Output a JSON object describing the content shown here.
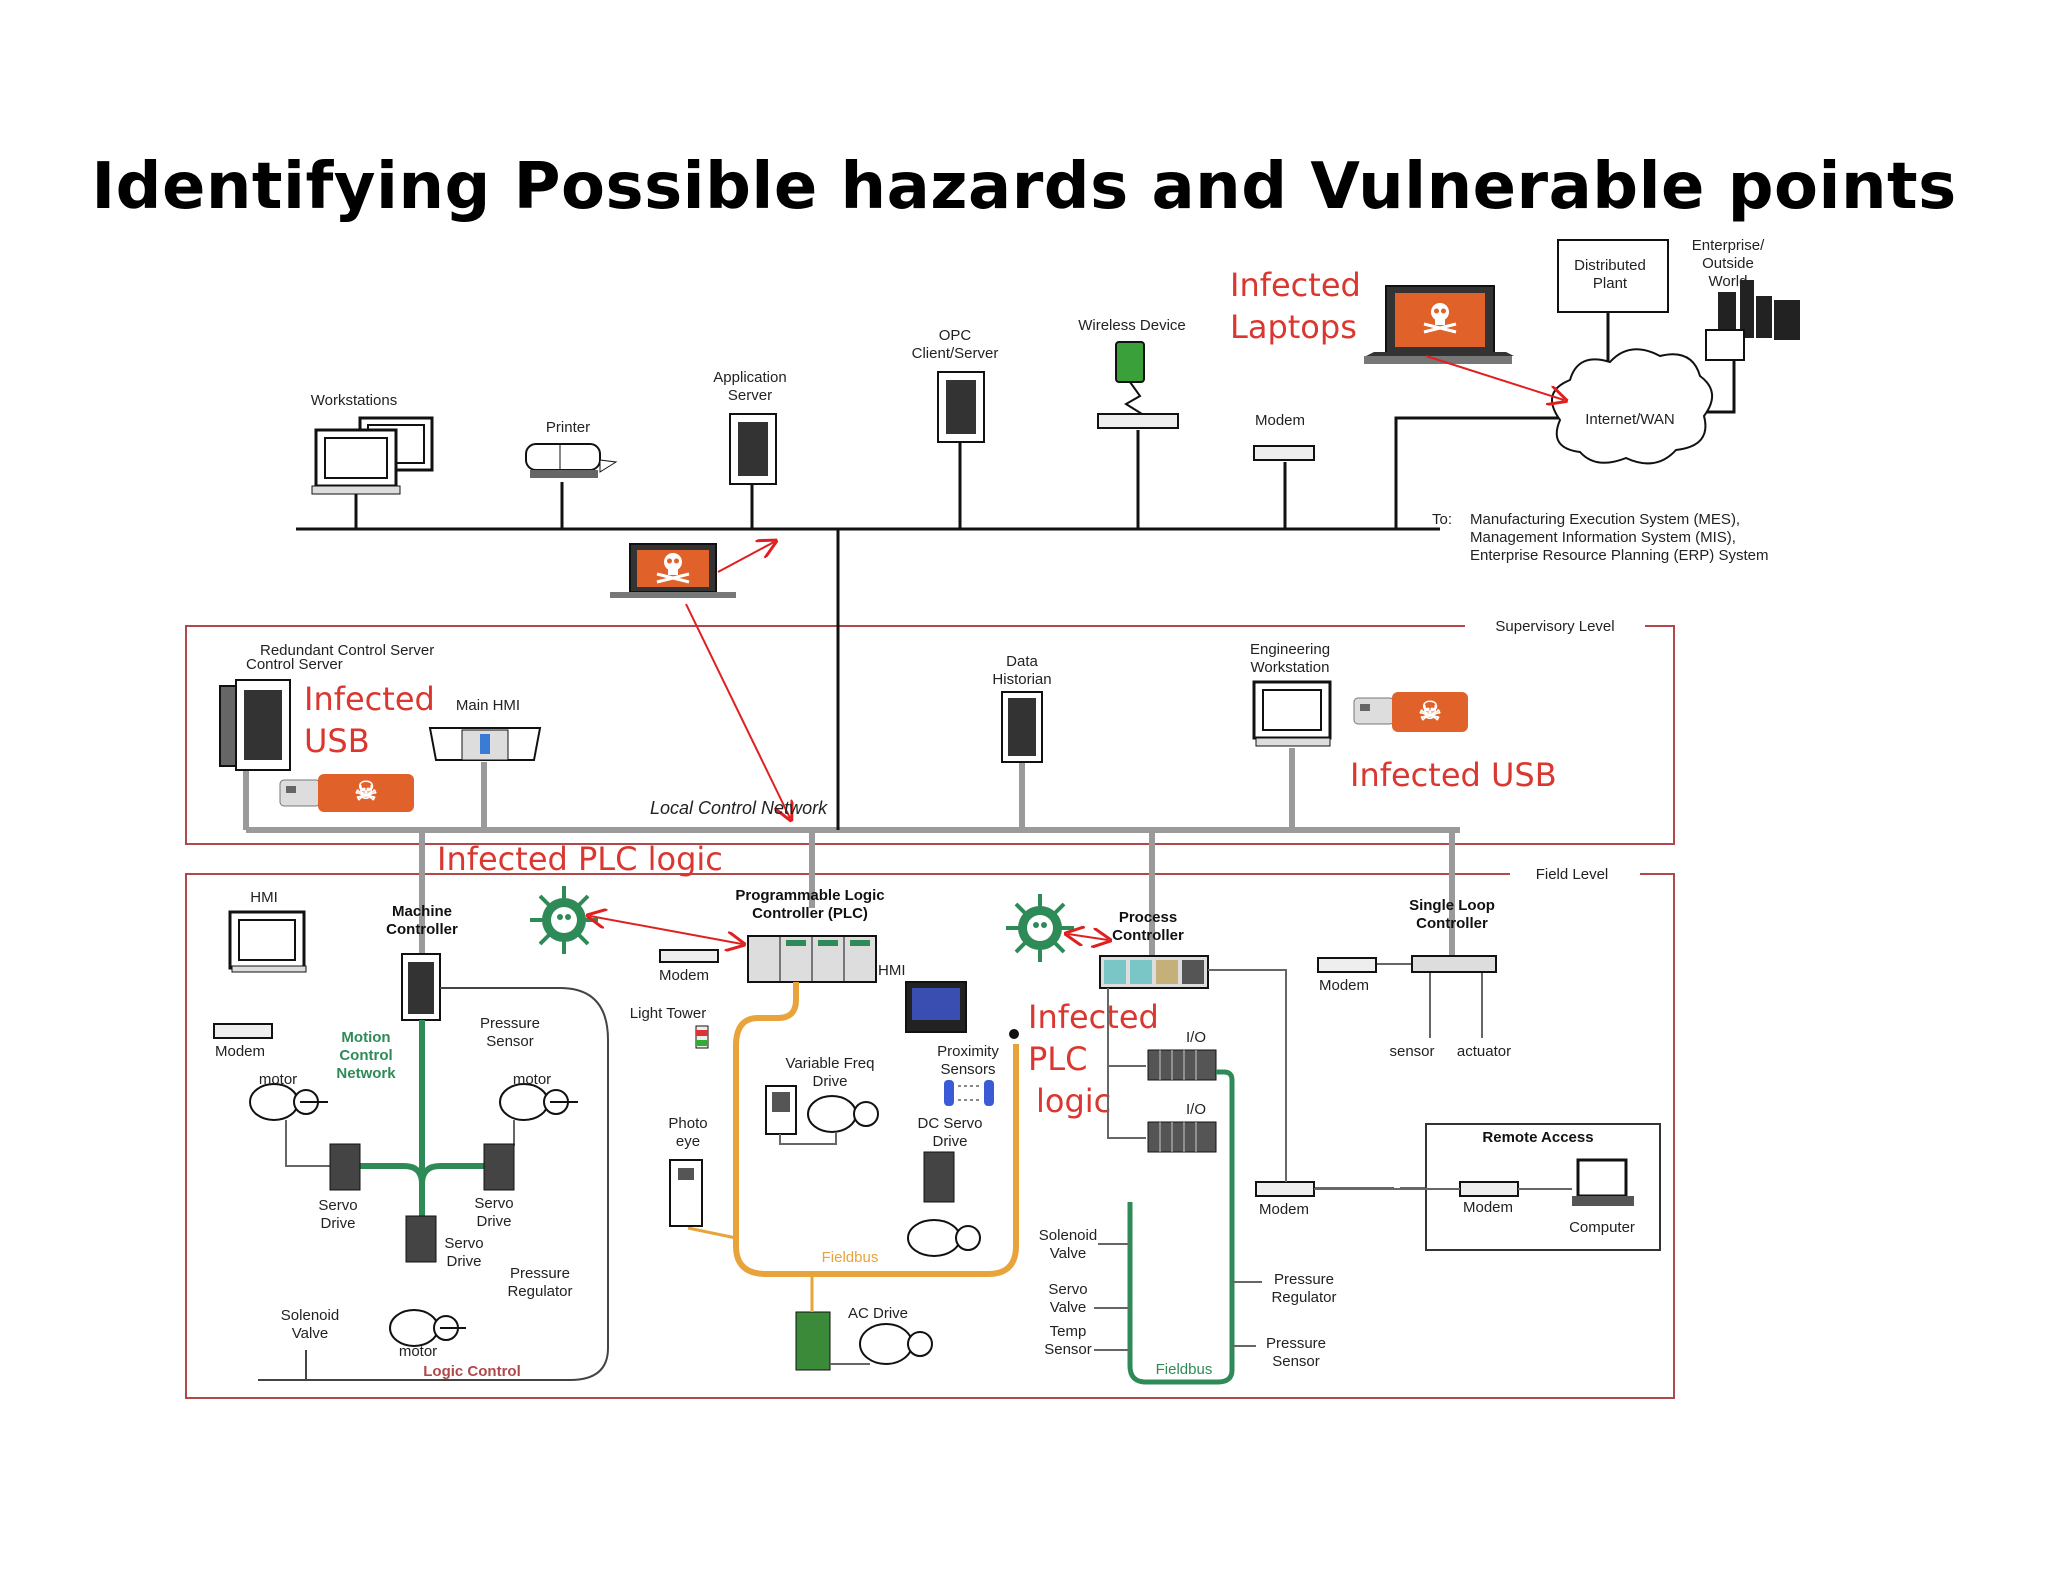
{
  "title": "Identifying Possible hazards and Vulnerable points",
  "levels": {
    "supervisory": "Supervisory Level",
    "field": "Field Level"
  },
  "top": {
    "workstations": "Workstations",
    "printer": "Printer",
    "app_server": [
      "Application",
      "Server"
    ],
    "opc": [
      "OPC",
      "Client/Server"
    ],
    "wireless": "Wireless Device",
    "modem": "Modem",
    "distributed": [
      "Distributed",
      "Plant"
    ],
    "enterprise": [
      "Enterprise/",
      "Outside",
      "World"
    ],
    "internet": "Internet/WAN",
    "to": "To:",
    "to_lines": [
      "Manufacturing Execution System (MES),",
      "Management Information System (MIS),",
      "Enterprise Resource Planning (ERP) System"
    ]
  },
  "supervisory": {
    "redundant": "Redundant Control Server",
    "control_server": "Control Server",
    "main_hmi": "Main HMI",
    "data_historian": [
      "Data",
      "Historian"
    ],
    "eng_ws": [
      "Engineering",
      "Workstation"
    ],
    "lcn": "Local Control Network"
  },
  "field": {
    "hmi": "HMI",
    "machine_ctrl": [
      "Machine",
      "Controller"
    ],
    "plc": [
      "Programmable Logic",
      "Controller (PLC)"
    ],
    "process_ctrl": [
      "Process",
      "Controller"
    ],
    "single_loop": [
      "Single Loop",
      "Controller"
    ],
    "modem": "Modem",
    "motion": [
      "Motion",
      "Control",
      "Network"
    ],
    "motor": "motor",
    "servo_drive": [
      "Servo",
      "Drive"
    ],
    "pressure_sensor": [
      "Pressure",
      "Sensor"
    ],
    "pressure_regulator": [
      "Pressure",
      "Regulator"
    ],
    "solenoid": [
      "Solenoid",
      "Valve"
    ],
    "logic_control": "Logic Control",
    "light_tower": "Light Tower",
    "vfd": [
      "Variable Freq",
      "Drive"
    ],
    "proximity": [
      "Proximity",
      "Sensors"
    ],
    "dc_servo": [
      "DC Servo",
      "Drive"
    ],
    "photo_eye": [
      "Photo",
      "eye"
    ],
    "fieldbus": "Fieldbus",
    "ac_drive": "AC Drive",
    "io": "I/O",
    "servo_valve": [
      "Servo",
      "Valve"
    ],
    "temp_sensor": [
      "Temp",
      "Sensor"
    ],
    "sensor": "sensor",
    "actuator": "actuator",
    "remote_access": "Remote Access",
    "computer": "Computer"
  },
  "infected": {
    "laptops": [
      "Infected",
      "Laptops"
    ],
    "usb1": [
      "Infected",
      "USB"
    ],
    "usb2": "Infected USB",
    "plc_logic": "Infected PLC logic",
    "plc_logic2": [
      "Infected",
      "PLC",
      "logic"
    ]
  },
  "colors": {
    "infected_text": "#d9372f",
    "arrow": "#e02020",
    "frame": "#b04a4a",
    "lcn": "#9a9a9a",
    "fieldbus": "#e8a33a",
    "motion": "#2e8b57",
    "usb": "#e0622a"
  }
}
